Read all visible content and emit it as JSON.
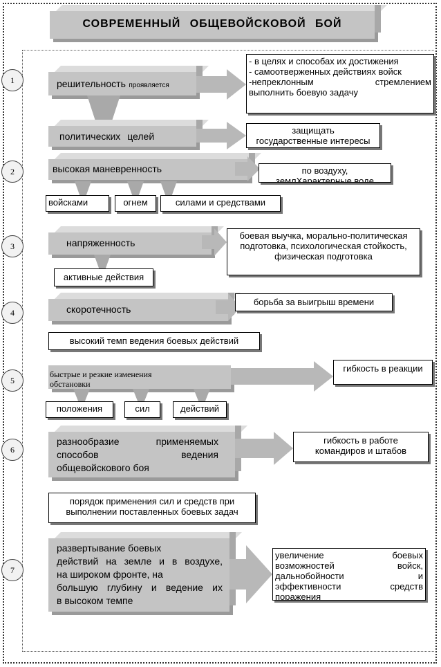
{
  "title": "СОВРЕМЕННЫЙ ОБЩЕВОЙСКОВОЙ БОЙ",
  "sections": [
    {
      "num": "1",
      "main": "решительность",
      "main_small": "проявляется",
      "sub": "политических целей",
      "note_lines": [
        "- в целях и способах их достижения",
        "- самоотверженных действиях войск",
        "-непреклонным стремлением",
        "выполнить боевую задачу"
      ],
      "note2_lines": [
        "защищать",
        "государственные интересы"
      ]
    },
    {
      "num": "2",
      "main": "высокая маневренность",
      "note_lines": [
        "по воздуху,",
        "землХарактерные воде"
      ],
      "subs": [
        "войсками",
        "огнем",
        "силами и средствами"
      ]
    },
    {
      "num": "3",
      "main": "напряженность",
      "sub": "активные действия",
      "note_lines": [
        "боевая выучка, морально-политическая",
        "подготовка, психологическая стойкость,",
        "физическая подготовка"
      ]
    },
    {
      "num": "4",
      "main": "скоротечность",
      "sub": "высокий темп ведения боевых действий",
      "note_lines": [
        "борьба за выигрыш времени"
      ]
    },
    {
      "num": "5",
      "main_lines": [
        "быстрые и резкие изменения",
        "обстановки"
      ],
      "subs": [
        "положения",
        "сил",
        "действий"
      ],
      "note_lines": [
        "гибкость в реакции"
      ]
    },
    {
      "num": "6",
      "main_lines": [
        "разнообразие применяемых",
        "способов ведения",
        "общевойскового боя"
      ],
      "sub_lines": [
        "порядок применения сил и средств при",
        "выполнении поставленных боевых задач"
      ],
      "note_lines": [
        "гибкость в работе",
        "командиров и штабов"
      ]
    },
    {
      "num": "7",
      "main_lines": [
        "развертывание боевых",
        "действий на земле и в воздухе,",
        "на широком фронте, на",
        "большую глубину и ведение их",
        "в высоком темпе"
      ],
      "note_lines": [
        "увеличение боевых",
        "возможностей войск,",
        "дальнобойности и",
        "эффективности средств",
        "поражения"
      ]
    }
  ],
  "colors": {
    "fill": "#c4c4c4",
    "shadow": "#9a9a9a",
    "arrow": "#b8b8b8",
    "line": "#333333"
  }
}
